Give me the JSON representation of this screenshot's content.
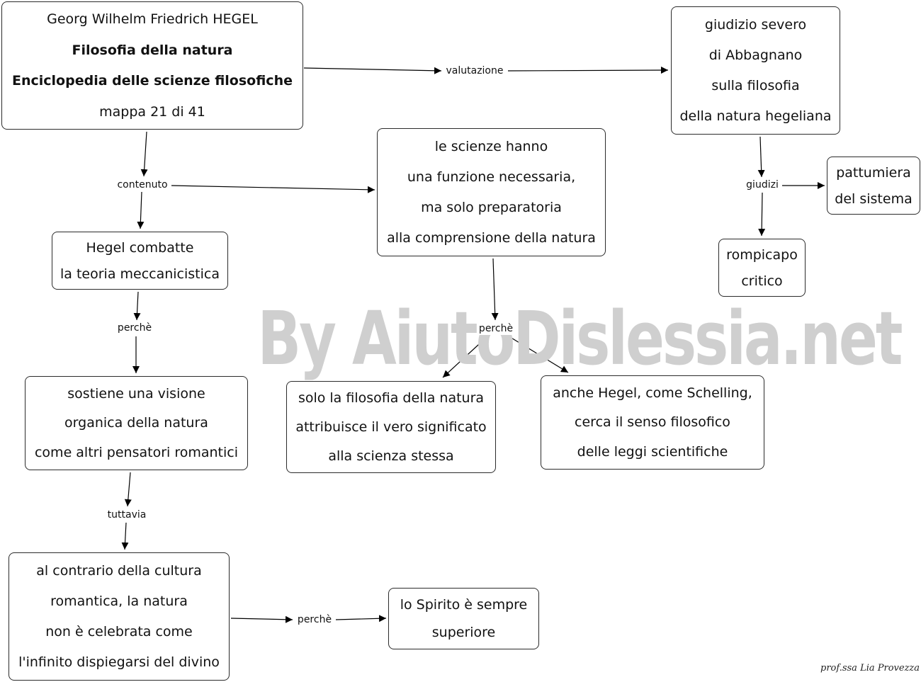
{
  "nodes": {
    "main": [
      "Georg Wilhelm Friedrich HEGEL",
      "Filosofia della natura",
      "Enciclopedia delle scienze filosofiche",
      "mappa 21 di 41"
    ],
    "giudizio": [
      "giudizio  severo",
      "di Abbagnano",
      "sulla filosofia",
      "della natura hegeliana"
    ],
    "scienze": [
      "le scienze  hanno",
      "una funzione necessaria,",
      "ma solo preparatoria",
      "alla comprensione della natura"
    ],
    "pattumiera": [
      "pattumiera",
      "del sistema"
    ],
    "rompicapo": [
      "rompicapo",
      "critico"
    ],
    "combatte": [
      "Hegel combatte",
      "la teoria meccanicistica"
    ],
    "visione": [
      "sostiene una visione",
      "organica della natura",
      "come altri pensatori romantici"
    ],
    "filosofia": [
      "solo la filosofia della natura",
      "attribuisce il vero significato",
      "alla scienza stessa"
    ],
    "schelling": [
      "anche Hegel, come Schelling,",
      "cerca il senso filosofico",
      "delle leggi scientifiche"
    ],
    "contrario": [
      "al contrario della cultura",
      "romantica, la natura",
      "non è celebrata come",
      "l'infinito dispiegarsi del divino"
    ],
    "spirito": [
      "lo Spirito è sempre",
      "superiore"
    ]
  },
  "links": {
    "valutazione": "valutazione",
    "contenuto": "contenuto",
    "giudizi": "giudizi",
    "perche_1": "perchè",
    "perche_2": "perchè",
    "tuttavia": "tuttavia",
    "perche_3": "perchè"
  },
  "watermark": "By AiutoDislessia.net",
  "signature": "prof.ssa Lia Provezza",
  "colors": {
    "border": "#2b2b2b",
    "arrow": "#000000",
    "watermark": "#cfcfcf"
  }
}
